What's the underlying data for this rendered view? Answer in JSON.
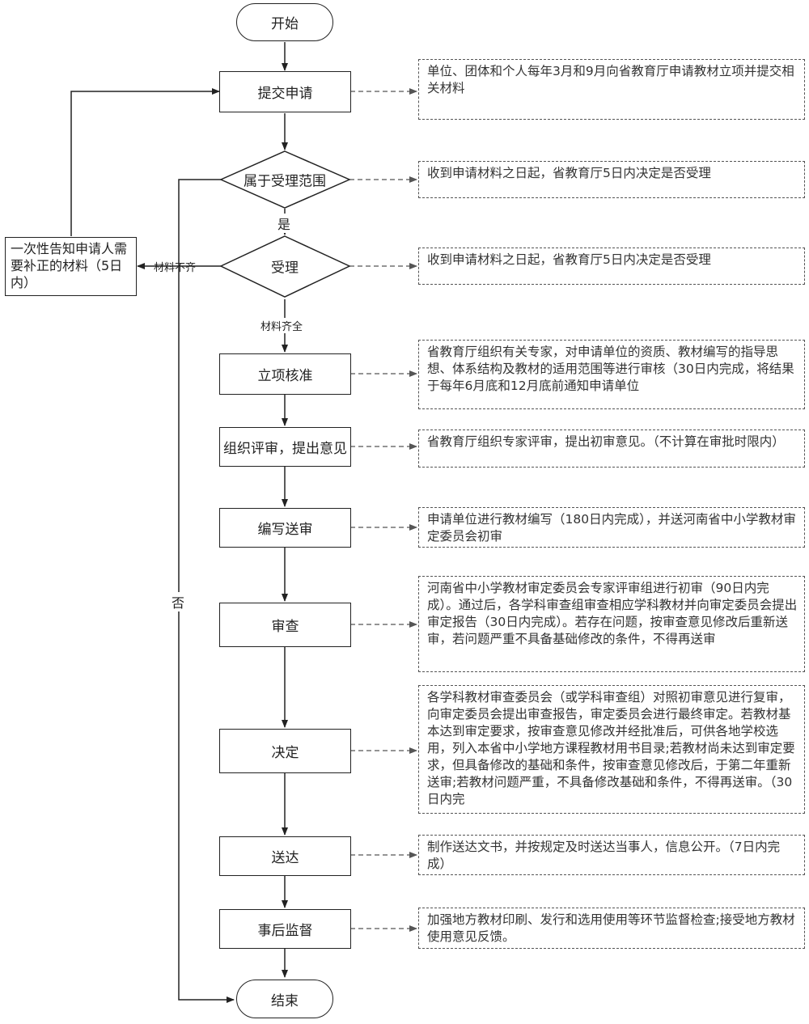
{
  "start": "开始",
  "end": "结束",
  "steps": {
    "submit": "提交申请",
    "scope": "属于受理范围",
    "accept": "受理",
    "approve": "立项核准",
    "review": "组织评审，提出意见",
    "write": "编写送审",
    "examine": "审查",
    "decide": "决定",
    "deliver": "送达",
    "supervise": "事后监督"
  },
  "side_box": "一次性告知申请人需要补正的材料（5日内）",
  "labels": {
    "yes": "是",
    "no": "否",
    "incomplete": "材料不齐",
    "complete": "材料齐全"
  },
  "notes": {
    "submit": "单位、团体和个人每年3月和9月向省教育厅申请教材立项并提交相关材料",
    "scope": "收到申请材料之日起，省教育厅5日内决定是否受理",
    "accept": "收到申请材料之日起，省教育厅5日内决定是否受理",
    "approve": "省教育厅组织有关专家，对申请单位的资质、教材编写的指导思想、体系结构及教材的适用范围等进行审核（30日内完成，将结果于每年6月底和12月底前通知申请单位",
    "review": "省教育厅组织专家评审，提出初审意见。（不计算在审批时限内）",
    "write": "申请单位进行教材编写（180日内完成），并送河南省中小学教材审定委员会初审",
    "examine": "河南省中小学教材审定委员会专家评审组进行初审（90日内完成）。通过后，各学科审查组审查相应学科教材并向审定委员会提出审定报告（30日内完成）。若存在问题，按审查意见修改后重新送审，若问题严重不具备基础修改的条件，不得再送审",
    "decide": "各学科教材审查委员会（或学科审查组）对照初审意见进行复审，向审定委员会提出审查报告，审定委员会进行最终审定。若教材基本达到审定要求，按审查意见修改并经批准后，可供各地学校选用，列入本省中小学地方课程教材用书目录;若教材尚未达到审定要求，但具备修改的基础和条件，按审查意见修改后，于第二年重新送审;若教材问题严重，不具备修改基础和条件，不得再送审。（30日内完",
    "deliver": "制作送达文书，并按规定及时送达当事人，信息公开。（7日内完成）",
    "supervise": "加强地方教材印刷、发行和选用使用等环节监督检查;接受地方教材使用意见反馈。"
  }
}
